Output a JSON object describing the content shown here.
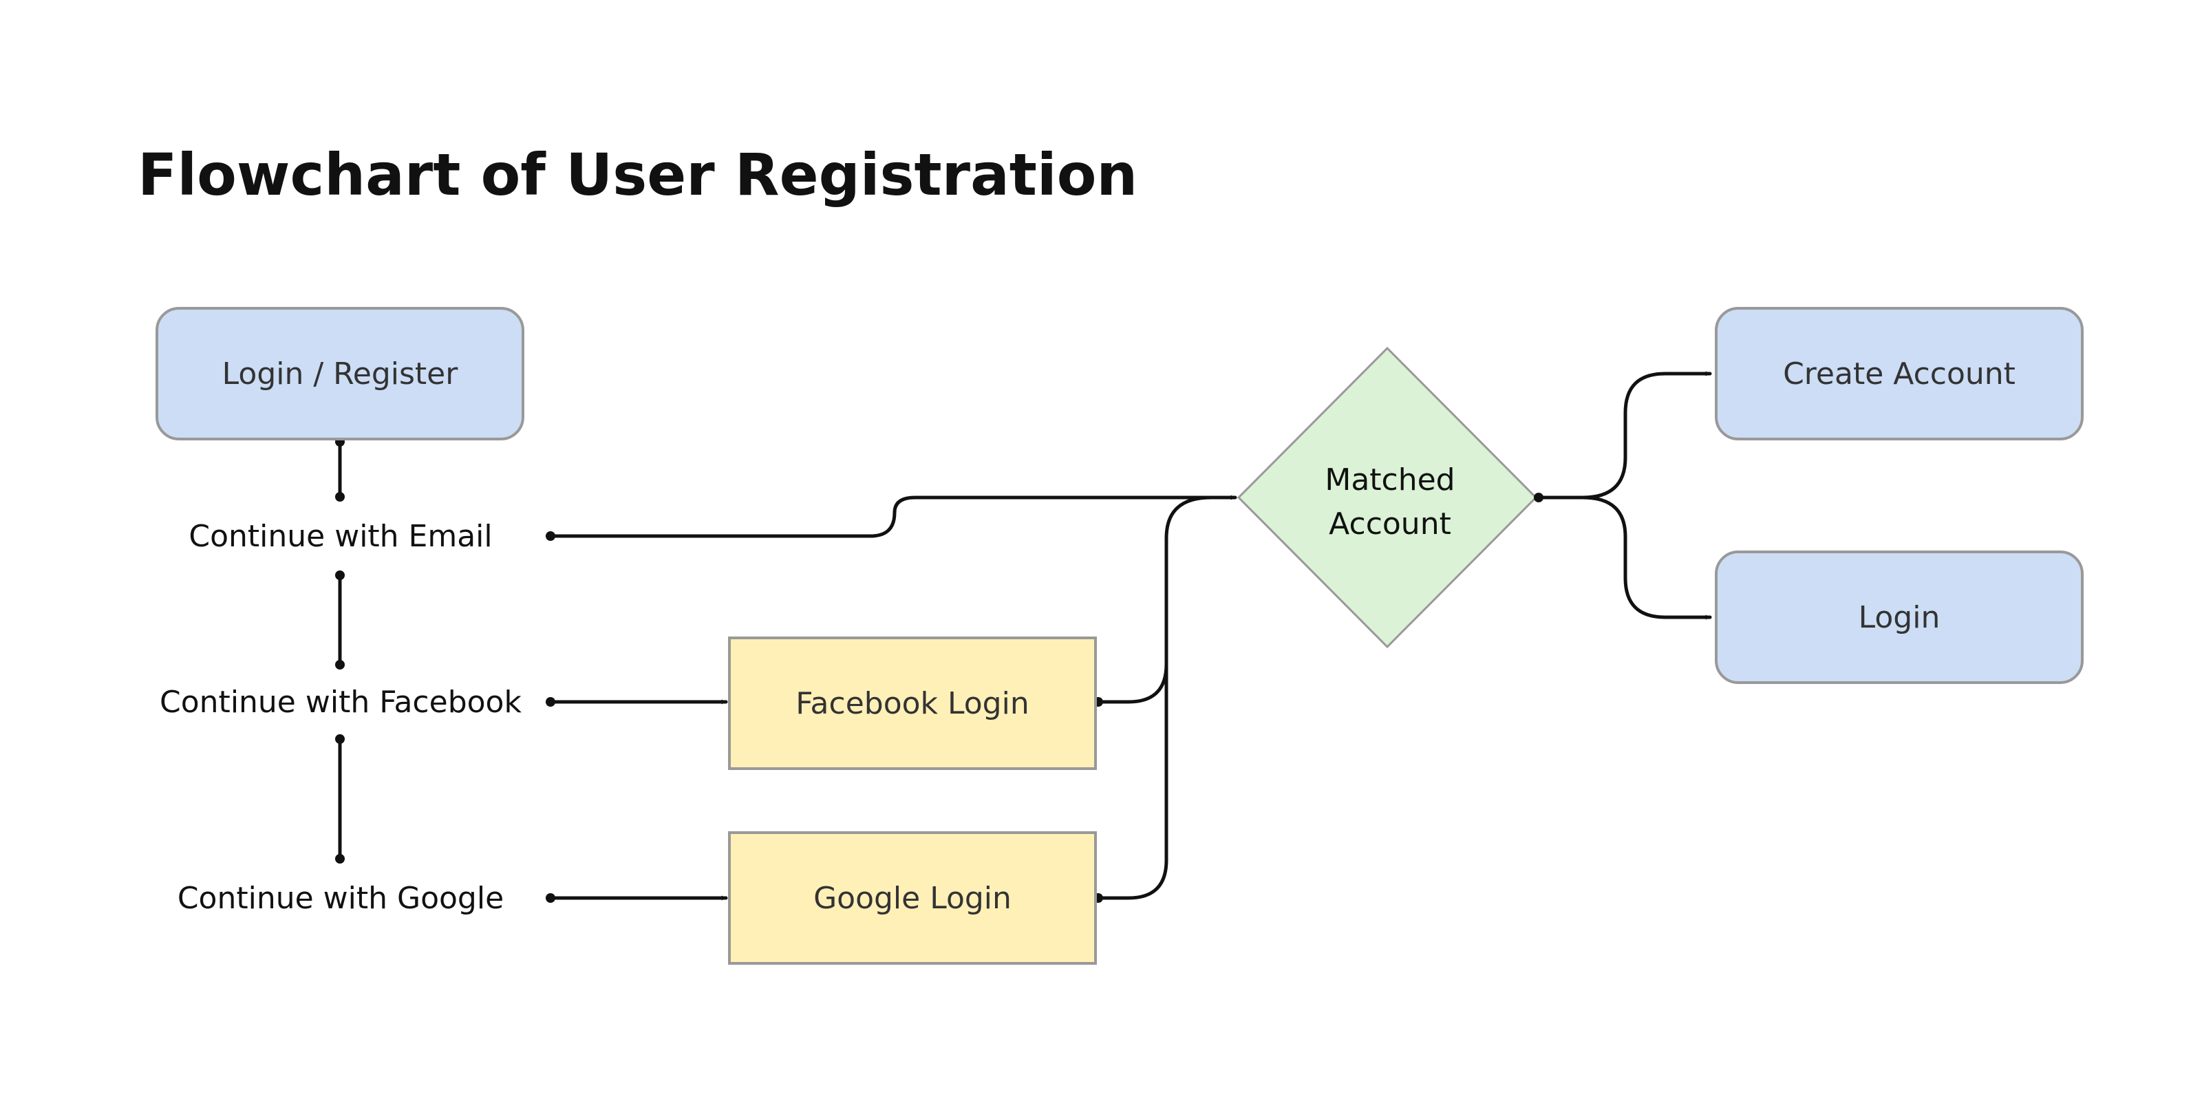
{
  "title": "Flowchart of User Registration",
  "colors": {
    "start_fill": "#ccddf5",
    "process_fill": "#fff0b8",
    "decision_fill": "#dbf2d6",
    "border": "#999999",
    "edge": "#111111"
  },
  "nodes": {
    "login_register": "Login / Register",
    "continue_email": "Continue with Email",
    "continue_facebook": "Continue with Facebook",
    "continue_google": "Continue with Google",
    "facebook_login": "Facebook Login",
    "google_login": "Google Login",
    "decision": {
      "line1": "Matched",
      "line2": "Account"
    },
    "create_account": "Create Account",
    "login": "Login"
  },
  "edges": [
    {
      "from": "Login / Register",
      "to": "Continue with Email"
    },
    {
      "from": "Continue with Email",
      "to": "Continue with Facebook"
    },
    {
      "from": "Continue with Facebook",
      "to": "Continue with Google"
    },
    {
      "from": "Continue with Email",
      "to": "Matched Account"
    },
    {
      "from": "Continue with Facebook",
      "to": "Facebook Login"
    },
    {
      "from": "Continue with Google",
      "to": "Google Login"
    },
    {
      "from": "Facebook Login",
      "to": "Matched Account"
    },
    {
      "from": "Google Login",
      "to": "Matched Account"
    },
    {
      "from": "Matched Account",
      "to": "Create Account"
    },
    {
      "from": "Matched Account",
      "to": "Login"
    }
  ]
}
